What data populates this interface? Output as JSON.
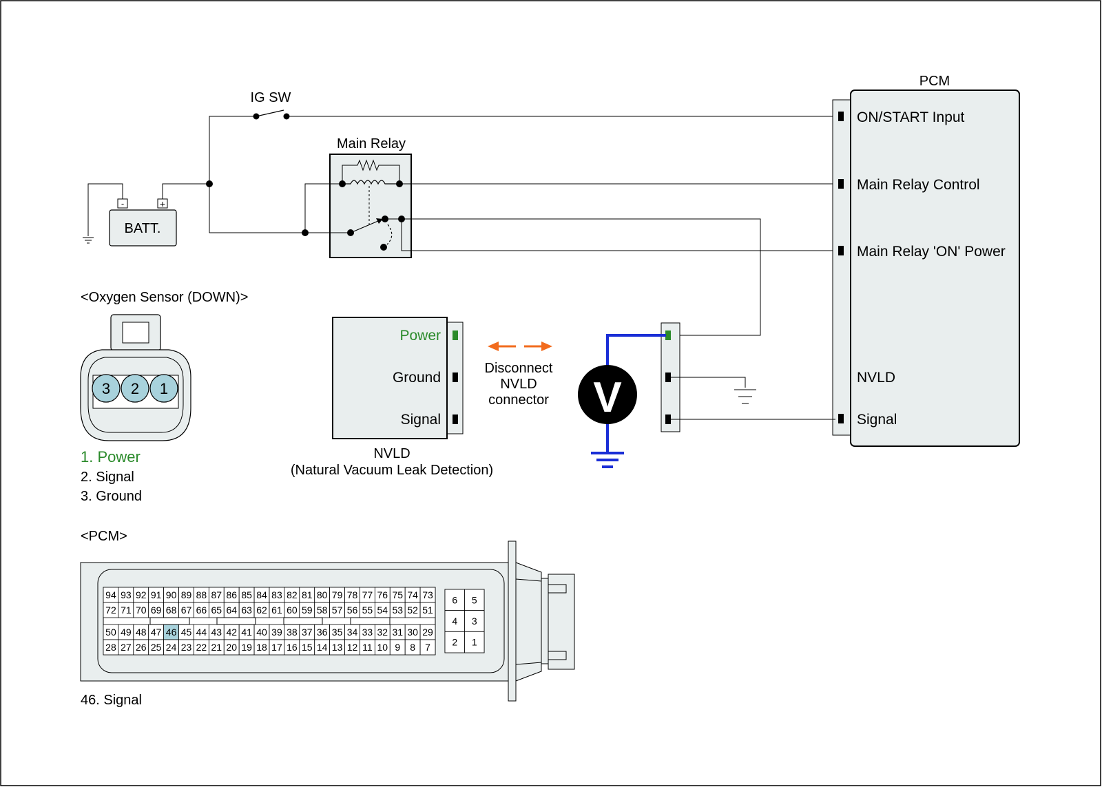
{
  "ig_sw": {
    "label": "IG SW"
  },
  "battery": {
    "label": "BATT.",
    "minus": "-",
    "plus": "+"
  },
  "main_relay": {
    "title": "Main Relay"
  },
  "pcm": {
    "title": "PCM",
    "pins": {
      "on_start": "ON/START Input",
      "relay_control": "Main Relay Control",
      "relay_on_power": "Main Relay 'ON' Power",
      "nvld": "NVLD",
      "signal": "Signal"
    }
  },
  "oxygen_sensor": {
    "title": "<Oxygen Sensor (DOWN)>",
    "pins": [
      "3",
      "2",
      "1"
    ],
    "legend": [
      "1. Power",
      "2. Signal",
      "3. Ground"
    ]
  },
  "nvld": {
    "pins": [
      "Power",
      "Ground",
      "Signal"
    ],
    "name": "NVLD",
    "subtitle": "(Natural Vacuum Leak Detection)"
  },
  "disconnect": {
    "line1": "Disconnect",
    "line2": "NVLD",
    "line3": "connector"
  },
  "voltmeter": {
    "symbol": "V"
  },
  "pcm_connector": {
    "title": "<PCM>",
    "note": "46. Signal",
    "highlight_pin": "46",
    "rows": [
      [
        "94",
        "93",
        "92",
        "91",
        "90",
        "89",
        "88",
        "87",
        "86",
        "85",
        "84",
        "83",
        "82",
        "81",
        "80",
        "79",
        "78",
        "77",
        "76",
        "75",
        "74",
        "73"
      ],
      [
        "72",
        "71",
        "70",
        "69",
        "68",
        "67",
        "66",
        "65",
        "64",
        "63",
        "62",
        "61",
        "60",
        "59",
        "58",
        "57",
        "56",
        "55",
        "54",
        "53",
        "52",
        "51"
      ],
      [
        "50",
        "49",
        "48",
        "47",
        "46",
        "45",
        "44",
        "43",
        "42",
        "41",
        "40",
        "39",
        "38",
        "37",
        "36",
        "35",
        "34",
        "33",
        "32",
        "31",
        "30",
        "29"
      ],
      [
        "28",
        "27",
        "26",
        "25",
        "24",
        "23",
        "22",
        "21",
        "20",
        "19",
        "18",
        "17",
        "16",
        "15",
        "14",
        "13",
        "12",
        "11",
        "10",
        "9",
        "8",
        "7"
      ]
    ],
    "small_block": [
      [
        "6",
        "5"
      ],
      [
        "4",
        "3"
      ],
      [
        "2",
        "1"
      ]
    ]
  },
  "colors": {
    "wire": "#000000",
    "highlight_wire": "#1a2ed6",
    "power_green": "#2a8a2a",
    "arrow_orange": "#f26b1d",
    "box_fill": "#e9eeee",
    "pin_highlight": "#a8d2dc"
  }
}
